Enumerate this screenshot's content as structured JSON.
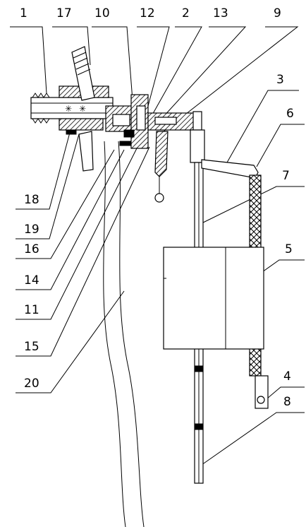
{
  "labels": {
    "l1": "1",
    "l17": "17",
    "l10": "10",
    "l12": "12",
    "l2": "2",
    "l13": "13",
    "l9": "9",
    "l3": "3",
    "l6": "6",
    "l7": "7",
    "l5": "5",
    "l4": "4",
    "l8": "8",
    "l18": "18",
    "l19": "19",
    "l16": "16",
    "l14": "14",
    "l11": "11",
    "l15": "15",
    "l20": "20"
  }
}
